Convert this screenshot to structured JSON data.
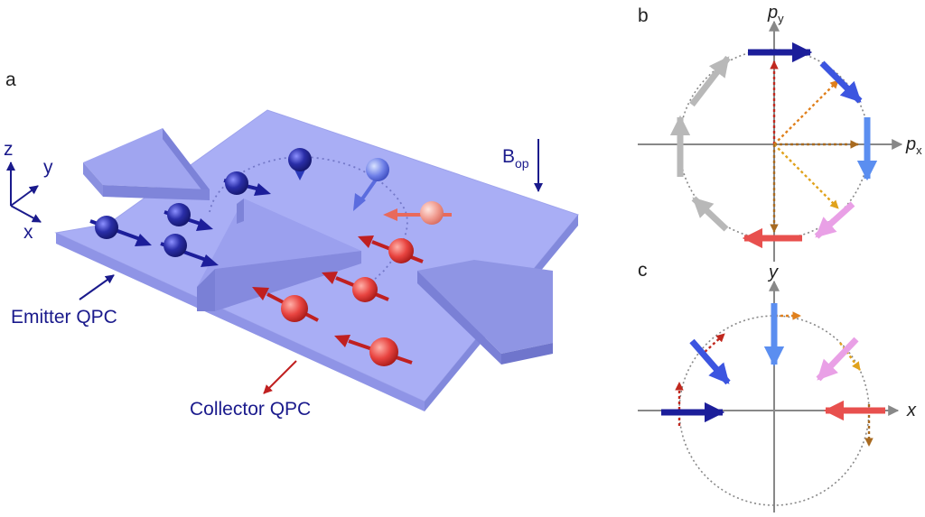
{
  "panels": {
    "a": {
      "letter": "a",
      "axes": {
        "z": "z",
        "y": "y",
        "x": "x"
      },
      "b_field": {
        "base": "B",
        "sub": "op"
      },
      "emitter_label": "Emitter QPC",
      "collector_label": "Collector QPC"
    },
    "b": {
      "letter": "b",
      "x_axis": {
        "base": "p",
        "sub": "x"
      },
      "y_axis": {
        "base": "p",
        "sub": "y"
      }
    },
    "c": {
      "letter": "c",
      "x_axis": "x",
      "y_axis": "y"
    }
  },
  "colors": {
    "slab": "#a9aef5",
    "slab_edge": "#8f94e6",
    "gate": "#9095e3",
    "dark_blue": "#1c1e9a",
    "mid_blue": "#3c55e0",
    "light_blue": "#5b8ef0",
    "pink": "#e9a0e6",
    "red": "#e8504e",
    "label_blue": "#1a1a8c",
    "arrow_red": "#c02020",
    "grey_arrow": "#b8b8b8",
    "dot_red": "#c0281e",
    "dot_orange": "#e0801c",
    "dot_yellow": "#e0a21c",
    "dot_brown": "#a86a20"
  }
}
